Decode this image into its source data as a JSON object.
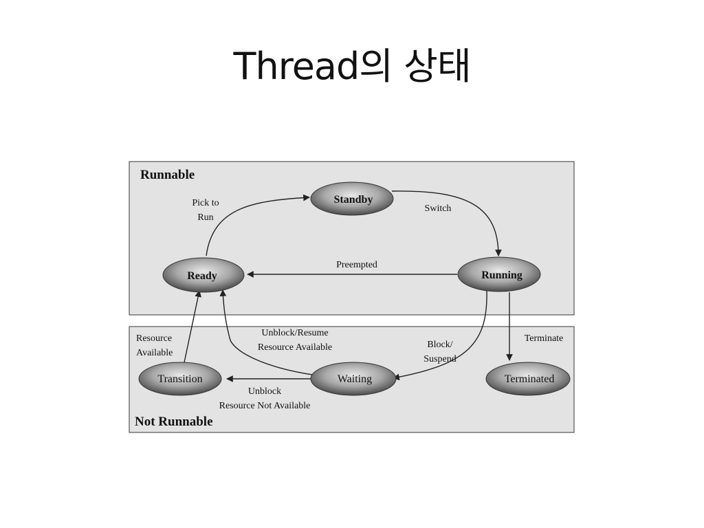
{
  "title": "Thread의 상태",
  "regions": {
    "runnable": "Runnable",
    "not_runnable": "Not Runnable"
  },
  "states": {
    "standby": "Standby",
    "ready": "Ready",
    "running": "Running",
    "transition": "Transition",
    "waiting": "Waiting",
    "terminated": "Terminated"
  },
  "edges": {
    "pick_to_run": [
      "Pick to",
      "Run"
    ],
    "switch": "Switch",
    "preempted": "Preempted",
    "unblock_resume": [
      "Unblock/Resume",
      "Resource Available"
    ],
    "block_suspend": [
      "Block/",
      "Suspend"
    ],
    "terminate": "Terminate",
    "resource_available": [
      "Resource",
      "Available"
    ],
    "unblock_not_available": [
      "Unblock",
      "Resource Not Available"
    ]
  },
  "colors": {
    "region_fill": "#e3e3e3",
    "state_dark": "#4a4a4a",
    "state_light": "#e8e8e8"
  }
}
